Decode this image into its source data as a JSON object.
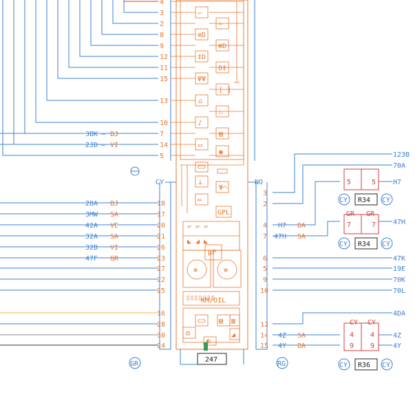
{
  "colors": {
    "wire": "#3b7fd0",
    "device": "#e8742a",
    "connector": "#d23c3c",
    "wire_yellow": "#f0b040",
    "wire_gray": "#888888",
    "wire_dark": "#333333"
  },
  "device": {
    "ref": "247"
  },
  "connectors": {
    "cy": "CY",
    "no": "NO",
    "gr": "GR",
    "rg": "RG"
  },
  "left_upper_pins": [
    "4",
    "3",
    "2",
    "8",
    "9",
    "12",
    "11",
    "15",
    "13",
    "10",
    "7",
    "14",
    "5"
  ],
  "left_upper_wires": [
    {
      "code": "3BK",
      "color": "BJ"
    },
    {
      "code": "2JD",
      "color": "VI"
    }
  ],
  "left_lower_pins": [
    "18",
    "17",
    "20",
    "21",
    "26",
    "23",
    "27",
    "22",
    "25",
    "16",
    "28",
    "30",
    "24"
  ],
  "left_lower_wires": [
    {
      "code": "28A",
      "color": "BJ"
    },
    {
      "code": "3MW",
      "color": "SA"
    },
    {
      "code": "42A",
      "color": "VE"
    },
    {
      "code": "32A",
      "color": "SA"
    },
    {
      "code": "32B",
      "color": "VI"
    },
    {
      "code": "47F",
      "color": "GR"
    }
  ],
  "right_pins": [
    "3",
    "2",
    "4",
    "7",
    "6",
    "5",
    "9",
    "10",
    "12",
    "14",
    "15"
  ],
  "right_wires": [
    {
      "code": "H7",
      "color": "BA"
    },
    {
      "code": "47H",
      "color": "SA"
    },
    {
      "code": "4Z",
      "color": "SA"
    },
    {
      "code": "4Y",
      "color": "BA"
    }
  ],
  "far_right_labels": [
    "123B",
    "70A",
    "H7",
    "47H",
    "47K",
    "19E",
    "70K",
    "70L",
    "4DA",
    "4Z",
    "4Y"
  ],
  "relays": [
    {
      "ref": "R34",
      "pins": [
        "5",
        "5"
      ],
      "top": "",
      "side": "CY"
    },
    {
      "ref": "R34",
      "pins": [
        "7",
        "7"
      ],
      "top": "GR",
      "side": "CY"
    },
    {
      "ref": "R36",
      "pins": [
        "4",
        "9",
        "4",
        "9"
      ],
      "top": "CY",
      "side": "CY"
    }
  ],
  "icons": {
    "gpl": "GPL",
    "odometer": "KM/OIL",
    "micro": "μP"
  }
}
